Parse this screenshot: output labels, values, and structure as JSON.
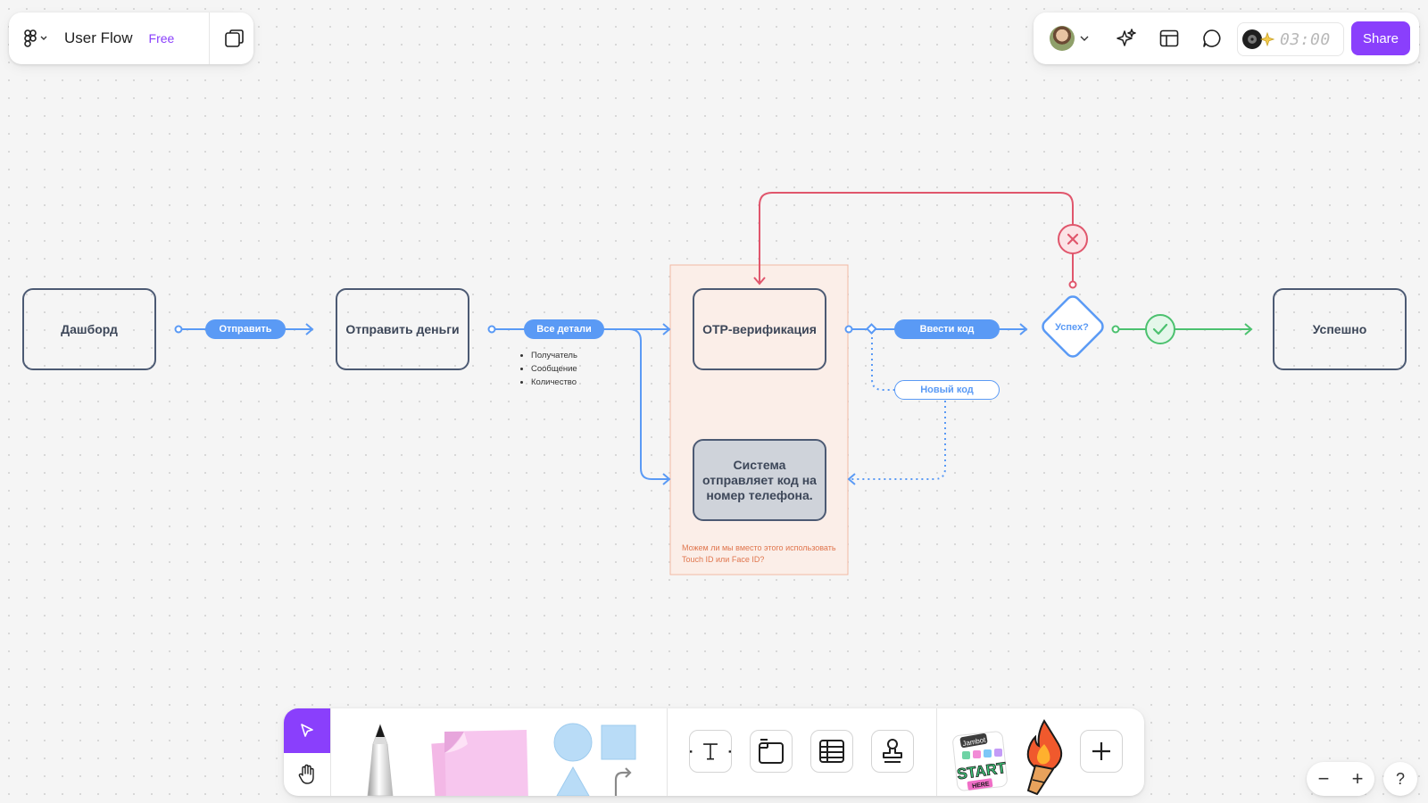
{
  "app": {
    "file_title": "User Flow",
    "plan_badge": "Free"
  },
  "topbar": {
    "timer_value": "03:00",
    "share_label": "Share"
  },
  "flow": {
    "nodes": {
      "dashboard": "Дашборд",
      "send_money": "Отправить деньги",
      "otp": "OTP-верификация",
      "system_sends": "Система отправляет код на номер телефона.",
      "success": "Успешно"
    },
    "labels": {
      "send": "Отправить",
      "all_details": "Все детали",
      "enter_code": "Ввести код",
      "new_code": "Новый код"
    },
    "details_list": [
      "Получатель",
      "Сообщение",
      "Количество"
    ],
    "decision": "Успех?",
    "note": "Можем ли мы вместо этого использовать Touch ID или Face ID?"
  },
  "toolbar": {
    "sticker_text_top": "Jambot",
    "sticker_text_main": "START",
    "sticker_text_sub": "HERE"
  },
  "colors": {
    "accent": "#8a3ffc",
    "flow_blue": "#5a9af5",
    "node_border": "#4c5a73",
    "reject_red": "#e0566c",
    "success_green": "#4cc16f",
    "note_bg": "#fbeee8",
    "note_text": "#e0764e"
  },
  "icons": {
    "main_menu": "figma-logo-icon",
    "pages": "pages-icon",
    "ai": "sparkle-icon",
    "layout": "layout-icon",
    "comment": "comment-icon",
    "music": "music-icon",
    "reject": "x-icon",
    "approve": "check-icon"
  },
  "zoom": {
    "zoom_out": "−",
    "zoom_in": "+",
    "help": "?"
  }
}
